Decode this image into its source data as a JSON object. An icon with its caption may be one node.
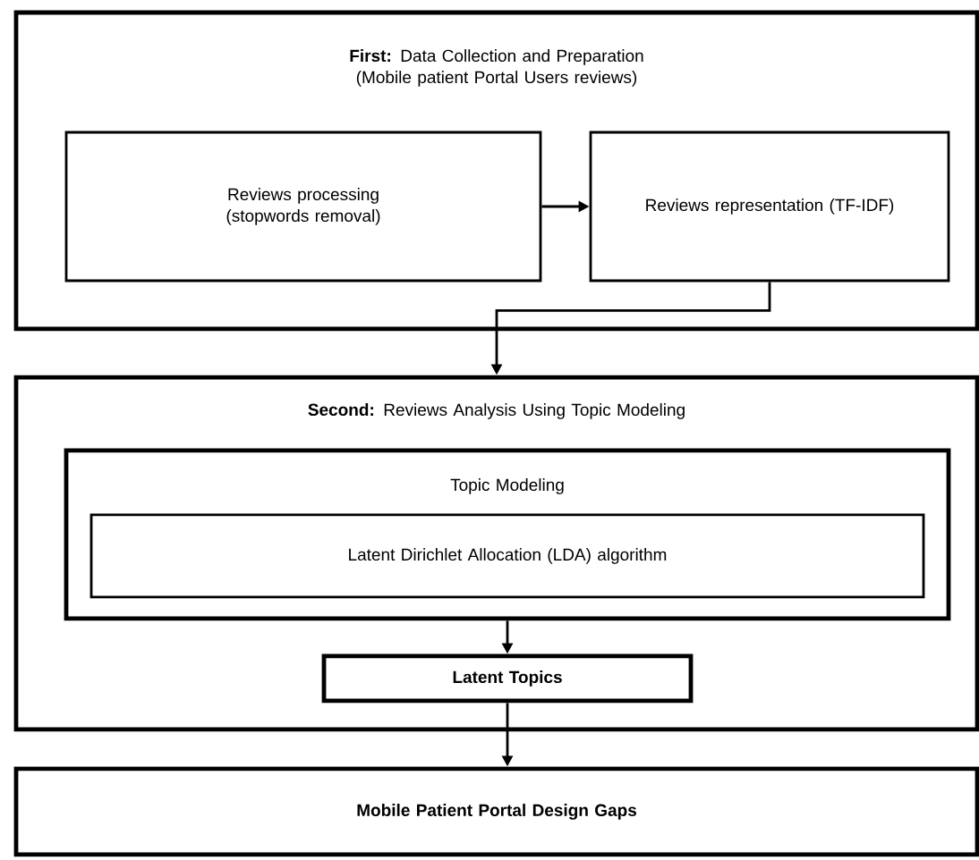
{
  "diagram": {
    "nodes": [
      {
        "text": [
          "**First:** Data Collection and Preparation",
          "(Mobile patient Portal Users reviews)"
        ]
      },
      {
        "text": [
          "Reviews processing (stopwords removal)"
        ],
        "in": 0
      },
      {
        "text": [
          "Reviews representation (TF-IDF)"
        ],
        "in": 0
      },
      {
        "text": [
          "**Second:** Reviews Analysis Using Topic Modeling"
        ]
      },
      {
        "text": [
          "Topic Modeling"
        ],
        "in": 3
      },
      {
        "text": [
          "Latent Dirichlet Allocation (LDA) algorithm"
        ],
        "in": 4
      },
      {
        "text": [
          "Latent Topics"
        ],
        "in": 3
      },
      {
        "text": [
          "Mobile Patient Portal Design Gaps"
        ]
      }
    ],
    "edges": [
      {
        "from": 1,
        "to": 2,
        "arrow": "to"
      },
      {
        "from": 2,
        "to": 3,
        "arrow": "to"
      },
      {
        "from": 4,
        "to": 6,
        "arrow": "to"
      },
      {
        "from": 6,
        "to": 7,
        "arrow": "to"
      }
    ]
  }
}
